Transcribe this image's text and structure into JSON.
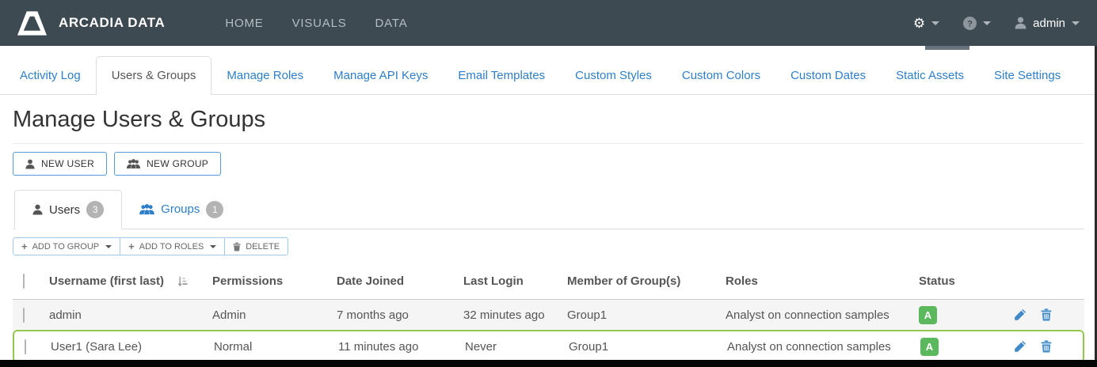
{
  "navbar": {
    "brand": "ARCADIA DATA",
    "items": [
      {
        "label": "HOME"
      },
      {
        "label": "VISUALS"
      },
      {
        "label": "DATA"
      }
    ],
    "user_menu": {
      "label": "admin"
    },
    "icons": {
      "gear": "⚙",
      "question": "?"
    }
  },
  "tabs": [
    {
      "label": "Activity Log"
    },
    {
      "label": "Users & Groups",
      "active": true
    },
    {
      "label": "Manage Roles"
    },
    {
      "label": "Manage API Keys"
    },
    {
      "label": "Email Templates"
    },
    {
      "label": "Custom Styles"
    },
    {
      "label": "Custom Colors"
    },
    {
      "label": "Custom Dates"
    },
    {
      "label": "Static Assets"
    },
    {
      "label": "Site Settings"
    }
  ],
  "page": {
    "title": "Manage Users & Groups",
    "new_user_label": "NEW USER",
    "new_group_label": "NEW GROUP"
  },
  "subtabs": [
    {
      "label": "Users",
      "count": "3",
      "active": true
    },
    {
      "label": "Groups",
      "count": "1",
      "active": false
    }
  ],
  "bulk_actions": {
    "add_to_group": "ADD TO GROUP",
    "add_to_roles": "ADD TO ROLES",
    "delete": "DELETE",
    "plus": "+"
  },
  "table": {
    "headers": {
      "username": "Username (first last)",
      "permissions": "Permissions",
      "date_joined": "Date Joined",
      "last_login": "Last Login",
      "member_of": "Member of Group(s)",
      "roles": "Roles",
      "status": "Status"
    },
    "rows": [
      {
        "username": "admin",
        "permissions": "Admin",
        "date_joined": "7 months ago",
        "last_login": "32 minutes ago",
        "member_of": "Group1",
        "roles": "Analyst on connection samples",
        "status": "A",
        "highlighted": false
      },
      {
        "username": "User1 (Sara Lee)",
        "permissions": "Normal",
        "date_joined": "11 minutes ago",
        "last_login": "Never",
        "member_of": "Group1",
        "roles": "Analyst on connection samples",
        "status": "A",
        "highlighted": true
      }
    ]
  },
  "colors": {
    "navbar_bg": "#3e4a52",
    "link_blue": "#2d7fca",
    "icon_blue": "#3e8ac8",
    "status_green": "#5cb85c",
    "highlight_green": "#92c84d",
    "button_border_blue": "#559bdb"
  }
}
